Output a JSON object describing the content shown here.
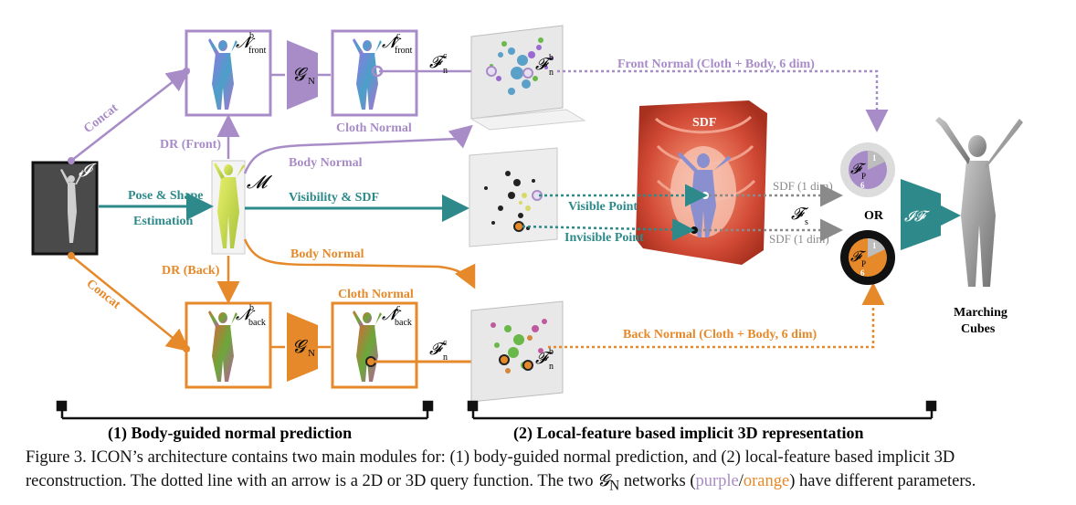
{
  "symbols": {
    "image": "𝓘",
    "smpl_mesh": "𝓜",
    "n_front_body": "𝓝",
    "n_front_body_sup": "b",
    "n_front_body_sub": "front",
    "n_front_cloth": "𝓝̂",
    "n_front_cloth_sup": "c",
    "n_front_cloth_sub": "front",
    "n_back_body": "𝓝",
    "n_back_body_sup": "b",
    "n_back_body_sub": "back",
    "n_back_cloth": "𝓝̂",
    "n_back_cloth_sup": "c",
    "n_back_cloth_sub": "back",
    "g_net": "𝓖",
    "g_net_sub": "N",
    "f_cloth": "𝓕",
    "f_cloth_sup": "c",
    "f_cloth_sub": "n",
    "f_body": "𝓕",
    "f_body_sup": "b",
    "f_body_sub": "n",
    "f_sdf": "𝓕",
    "f_sdf_sub": "s",
    "f_p": "𝓕",
    "f_p_sub": "P",
    "implicit_fn": "𝓘𝓕",
    "disc_top": "1",
    "disc_bottom": "6"
  },
  "labels": {
    "concat_top": "Concat",
    "concat_bottom": "Concat",
    "dr_front": "DR (Front)",
    "dr_back": "DR (Back)",
    "pose_shape": "Pose & Shape",
    "estimation": "Estimation",
    "body_normal_top": "Body Normal",
    "body_normal_bottom": "Body Normal",
    "visibility_sdf": "Visibility & SDF",
    "cloth_normal_top": "Cloth Normal",
    "cloth_normal_bottom": "Cloth Normal",
    "front_normal": "Front Normal (Cloth + Body, 6 dim)",
    "back_normal": "Back Normal (Cloth + Body, 6 dim)",
    "sdf_title": "SDF",
    "visible_point": "Visible Point",
    "invisible_point": "Invisible Point",
    "sdf_dim_top": "SDF (1 dim)",
    "sdf_dim_bottom": "SDF (1 dim)",
    "or": "OR",
    "marching": "Marching",
    "cubes": "Cubes"
  },
  "sections": {
    "left": "(1) Body-guided normal prediction",
    "right": "(2) Local-feature based implicit 3D representation"
  },
  "caption": {
    "line1": "Figure 3. ICON’s architecture contains two main modules for: (1) body-guided normal prediction, and (2) local-feature based implicit 3D",
    "line2_a": "reconstruction. The dotted line with an arrow is a 2D or 3D query function. The two ",
    "line2_g": "𝓖",
    "line2_gsub": "N",
    "line2_b": " networks (",
    "line2_purple": "purple",
    "line2_slash": "/",
    "line2_orange": "orange",
    "line2_c": ") have different parameters."
  },
  "colors": {
    "purple": "#a88cc8",
    "orange": "#e6892a",
    "teal": "#2e8a8a",
    "gray": "#8a8a8a",
    "sdf_red": "#d9553f"
  }
}
